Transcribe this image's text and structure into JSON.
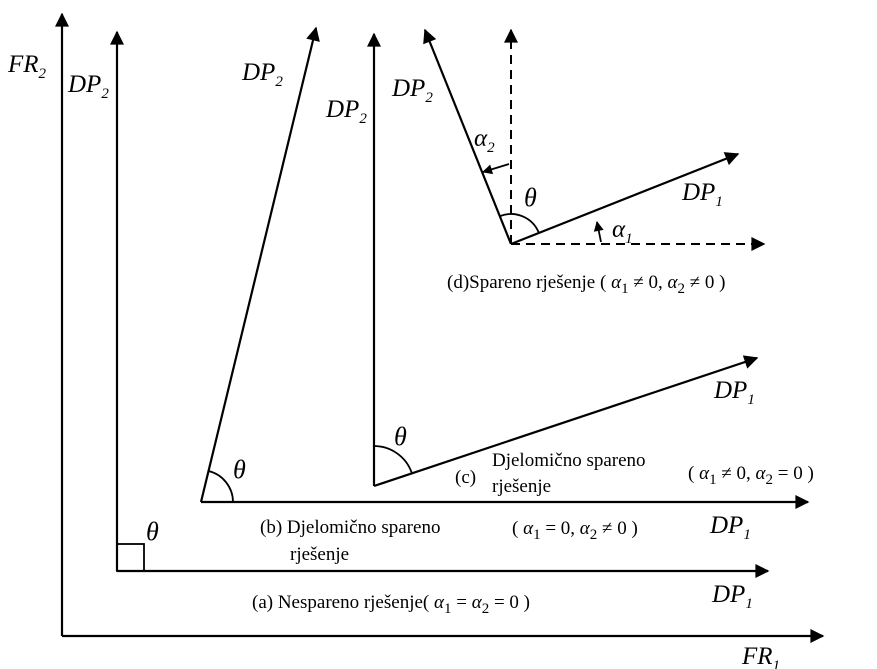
{
  "colors": {
    "ink": "#000000",
    "background": "#ffffff"
  },
  "labels": {
    "fr2_main": "FR",
    "fr2_sub": "2",
    "fr1_main": "FR",
    "fr1_sub": "1",
    "dp2_main": "DP",
    "dp2_sub": "2",
    "dp1_main": "DP",
    "dp1_sub": "1",
    "theta": "θ",
    "alpha": "α"
  },
  "captions": {
    "a": {
      "text": "(a) Nespareno rješenje",
      "cond_open": "( ",
      "a": "α",
      "s1": "1",
      "eq": " = ",
      "a2": "α",
      "s2": "2",
      "rest": " = 0 )"
    },
    "b": {
      "line1": "(b) Djelomično spareno",
      "line2": "rješenje",
      "cond_open": "( ",
      "a": "α",
      "s1": "1",
      "part1": " = 0, ",
      "a2": "α",
      "s2": "2",
      "part2": " ≠ 0 )"
    },
    "c": {
      "line1": "(c)",
      "line1b": "Djelomično spareno",
      "line2": "rješenje",
      "cond_open": "( ",
      "a": "α",
      "s1": "1",
      "part1": " ≠ 0, ",
      "a2": "α",
      "s2": "2",
      "part2": " = 0 )"
    },
    "d": {
      "text": "(d)Spareno rješenje",
      "cond_open": " ( ",
      "a": "α",
      "s1": "1",
      "part1": " ≠ 0, ",
      "a2": "α",
      "s2": "2",
      "part2": " ≠ 0 )"
    }
  }
}
